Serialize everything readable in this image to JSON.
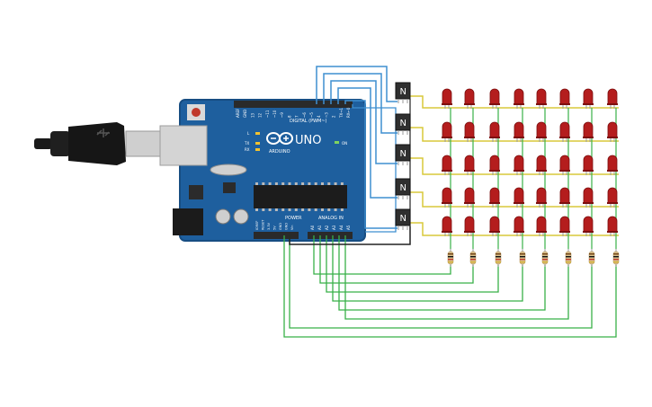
{
  "board": {
    "brand": "ARDUINO",
    "model": "UNO",
    "digital_label": "DIGITAL (PWM~)",
    "analog_label": "ANALOG IN",
    "power_label": "POWER",
    "on_label": "ON",
    "led_l": "L",
    "led_tx": "TX",
    "led_rx": "RX",
    "digital_pins": [
      "AREF",
      "GND",
      "13",
      "12",
      "~11",
      "~10",
      "~9",
      "8",
      "7",
      "~6",
      "~5",
      "4",
      "~3",
      "2",
      "TX→1",
      "RX←0"
    ],
    "power_pins": [
      "IOREF",
      "RESET",
      "3.3V",
      "5V",
      "GND",
      "GND",
      "Vin"
    ],
    "analog_pins": [
      "A0",
      "A1",
      "A2",
      "A3",
      "A4",
      "A5"
    ]
  },
  "transistor_label": "N",
  "colors": {
    "board": "#1e5f9e",
    "board_edge": "#174d82",
    "header": "#2a2a2a",
    "wire_blue": "#3f8fd0",
    "wire_green": "#38b048",
    "wire_yellow": "#d8c93a",
    "wire_black": "#222222",
    "led": "#b41d1d",
    "led_dark": "#7d0f0f",
    "transistor": "#2f2f2f",
    "resistor": "#d9c08c"
  },
  "led_grid": {
    "rows": 5,
    "cols": 8
  },
  "transistor_count": 5,
  "resistor_count": 8
}
